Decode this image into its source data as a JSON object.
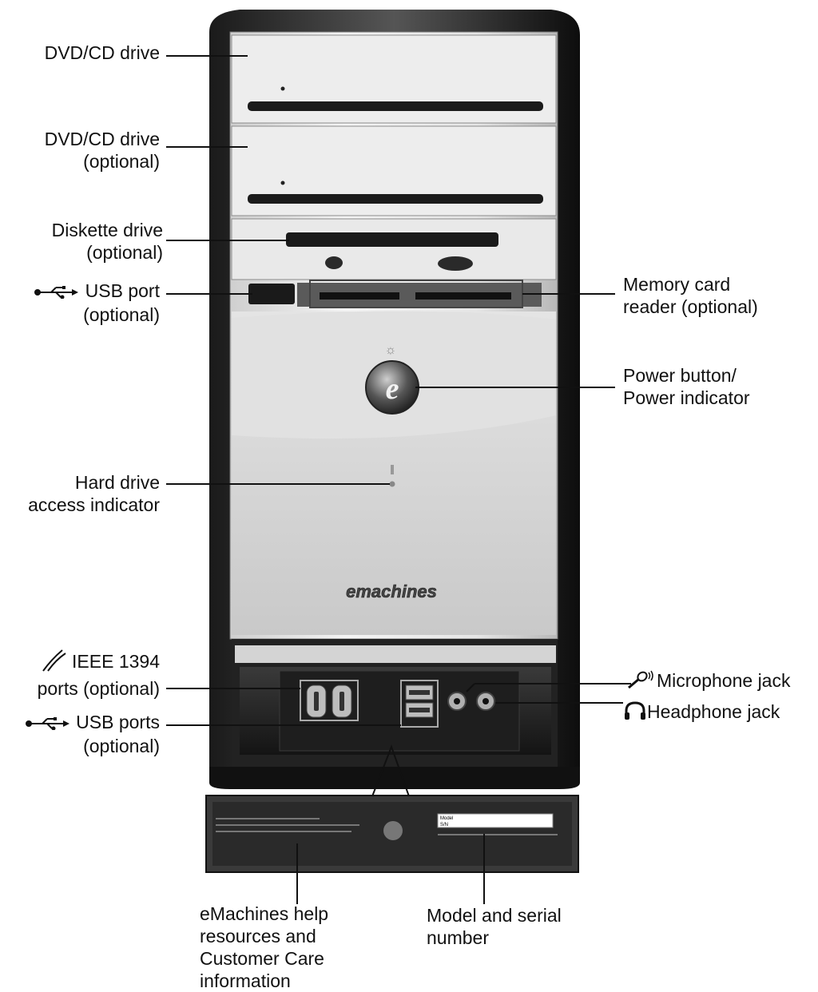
{
  "tower": {
    "brand": "emachines",
    "label_panel": {
      "field_model": "Model",
      "field_serial": "S/N"
    }
  },
  "callouts": {
    "dvd_drive": {
      "line1": "DVD/CD drive"
    },
    "dvd_drive_optional": {
      "line1": "DVD/CD drive",
      "line2": "(optional)"
    },
    "diskette_drive": {
      "line1": "Diskette drive",
      "line2": "(optional)"
    },
    "usb_port": {
      "line1": "USB port",
      "line2": "(optional)",
      "icon": "usb-icon"
    },
    "memory_card_reader": {
      "line1": "Memory card",
      "line2": "reader (optional)"
    },
    "power_button": {
      "line1": "Power button/",
      "line2": "Power indicator"
    },
    "hard_drive_indicator": {
      "line1": "Hard drive",
      "line2": "access indicator"
    },
    "ieee1394": {
      "line1": "IEEE 1394",
      "line2": "ports (optional)",
      "icon": "firewire-icon"
    },
    "usb_ports": {
      "line1": "USB ports",
      "line2": "(optional)",
      "icon": "usb-icon"
    },
    "microphone_jack": {
      "line1": "Microphone jack",
      "icon": "microphone-icon"
    },
    "headphone_jack": {
      "line1": "Headphone jack",
      "icon": "headphone-icon"
    },
    "help_resources": {
      "line1": "eMachines help",
      "line2": "resources and",
      "line3": "Customer Care",
      "line4": "information"
    },
    "model_serial": {
      "line1": "Model and serial",
      "line2": "number"
    }
  }
}
